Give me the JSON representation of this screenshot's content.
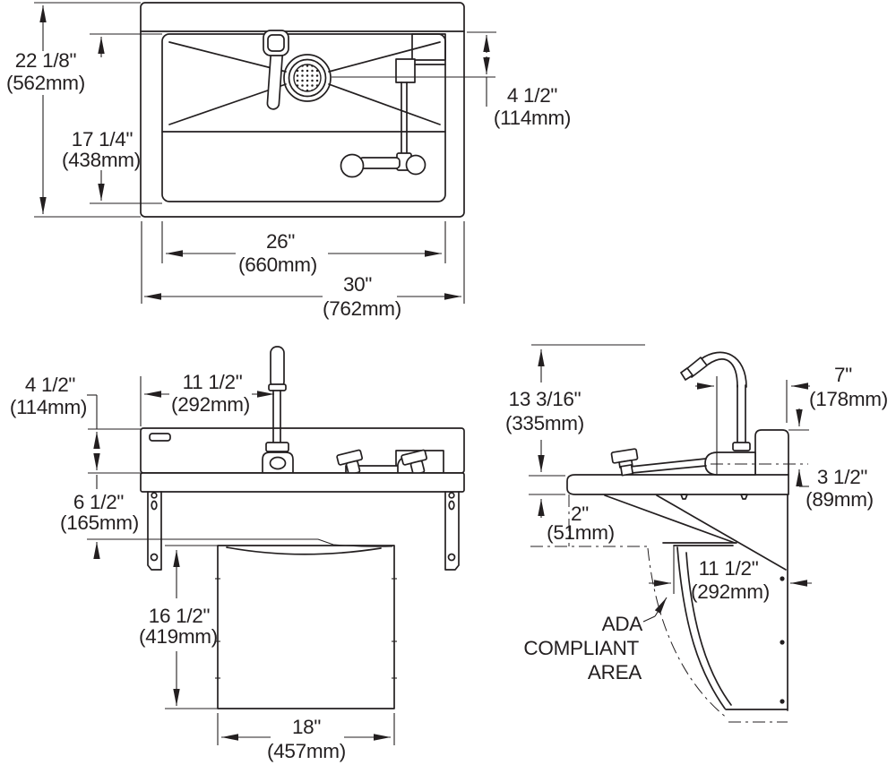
{
  "drawing": {
    "views": {
      "plan": {
        "overall_depth_in": "22 1/8\"",
        "overall_depth_mm": "(562mm)",
        "bowl_depth_in": "17 1/4\"",
        "bowl_depth_mm": "(438mm)",
        "valve_offset_in": "4 1/2\"",
        "valve_offset_mm": "(114mm)",
        "bowl_width_in": "26\"",
        "bowl_width_mm": "(660mm)",
        "overall_width_in": "30\"",
        "overall_width_mm": "(762mm)"
      },
      "front": {
        "backsplash_height_in": "4 1/2\"",
        "backsplash_height_mm": "(114mm)",
        "faucet_offset_in": "11 1/2\"",
        "faucet_offset_mm": "(292mm)",
        "hanger_height_in": "6 1/2\"",
        "hanger_height_mm": "(165mm)",
        "apron_height_in": "16 1/2\"",
        "apron_height_mm": "(419mm)",
        "apron_width_in": "18\"",
        "apron_width_mm": "(457mm)"
      },
      "side": {
        "faucet_height_in": "13 3/16\"",
        "faucet_height_mm": "(335mm)",
        "spout_reach_in": "7\"",
        "spout_reach_mm": "(178mm)",
        "rim_to_center_in": "3 1/2\"",
        "rim_to_center_mm": "(89mm)",
        "apron_thickness_in": "2\"",
        "apron_thickness_mm": "(51mm)",
        "knee_clearance_in": "11 1/2\"",
        "knee_clearance_mm": "(292mm)",
        "ada_label_line1": "ADA",
        "ada_label_line2": "COMPLIANT",
        "ada_label_line3": "AREA"
      }
    },
    "colors": {
      "line": "#231f20",
      "background": "#ffffff"
    }
  }
}
